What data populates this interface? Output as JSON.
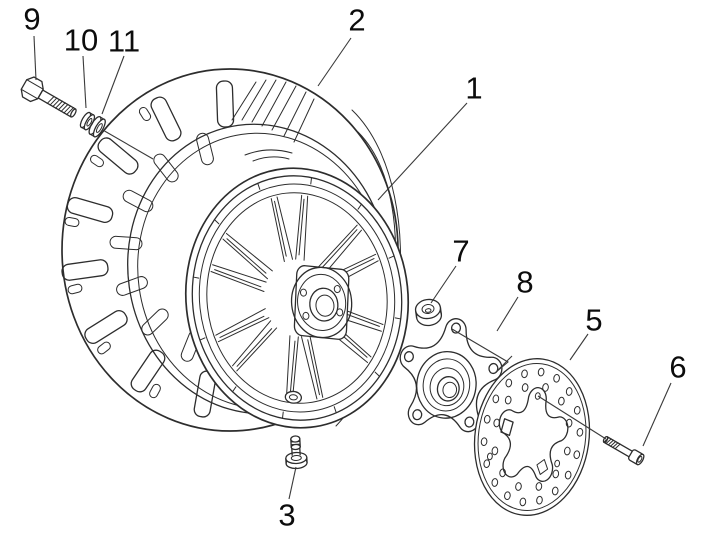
{
  "diagram": {
    "callouts": {
      "rim": {
        "number": "1",
        "part": "wheel-rim"
      },
      "tire": {
        "number": "2",
        "part": "tire"
      },
      "valve": {
        "number": "3",
        "part": "valve-stem"
      },
      "disc": {
        "number": "5",
        "part": "brake-disc"
      },
      "disc_bolt": {
        "number": "6",
        "part": "disc-bolt"
      },
      "nut": {
        "number": "7",
        "part": "nut"
      },
      "flange": {
        "number": "8",
        "part": "hub-flange"
      },
      "axle_bolt": {
        "number": "9",
        "part": "axle-bolt"
      },
      "washer_small": {
        "number": "10",
        "part": "washer"
      },
      "washer_large": {
        "number": "11",
        "part": "washer"
      }
    }
  },
  "colors": {
    "line": "#2d2d2d",
    "label": "#0c0c0c",
    "background": "#ffffff"
  }
}
